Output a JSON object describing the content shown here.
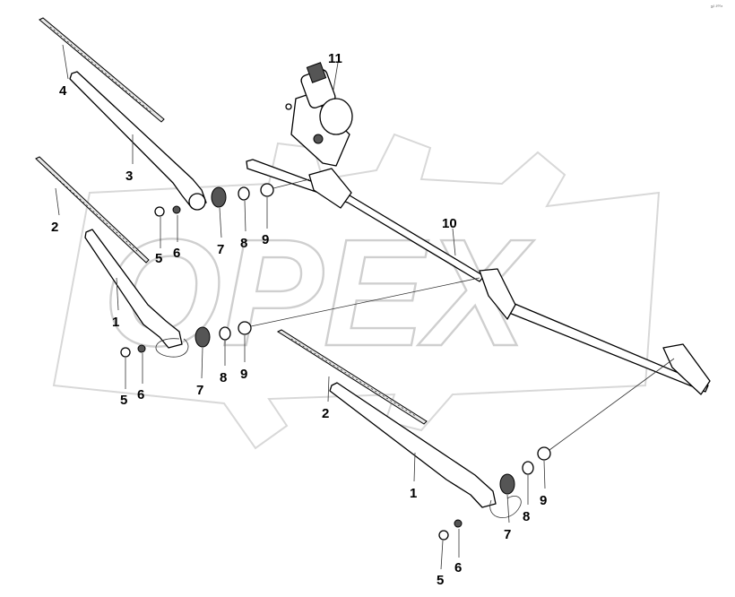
{
  "watermark": {
    "text": "OPEX"
  },
  "corner_mark": "s² ²⁰⁰⁸",
  "callouts": [
    {
      "id": "c-4",
      "text": "4"
    },
    {
      "id": "c-3",
      "text": "3"
    },
    {
      "id": "c-2a",
      "text": "2"
    },
    {
      "id": "c-1a",
      "text": "1"
    },
    {
      "id": "c-5a",
      "text": "5"
    },
    {
      "id": "c-6a",
      "text": "6"
    },
    {
      "id": "c-7a",
      "text": "7"
    },
    {
      "id": "c-8a",
      "text": "8"
    },
    {
      "id": "c-9a",
      "text": "9"
    },
    {
      "id": "c-5b",
      "text": "5"
    },
    {
      "id": "c-6b",
      "text": "6"
    },
    {
      "id": "c-7b",
      "text": "7"
    },
    {
      "id": "c-8b",
      "text": "8"
    },
    {
      "id": "c-9b",
      "text": "9"
    },
    {
      "id": "c-11",
      "text": "11"
    },
    {
      "id": "c-10",
      "text": "10"
    },
    {
      "id": "c-2b",
      "text": "2"
    },
    {
      "id": "c-1b",
      "text": "1"
    },
    {
      "id": "c-7c",
      "text": "7"
    },
    {
      "id": "c-8c",
      "text": "8"
    },
    {
      "id": "c-9c",
      "text": "9"
    },
    {
      "id": "c-5c",
      "text": "5"
    },
    {
      "id": "c-6c",
      "text": "6"
    }
  ]
}
